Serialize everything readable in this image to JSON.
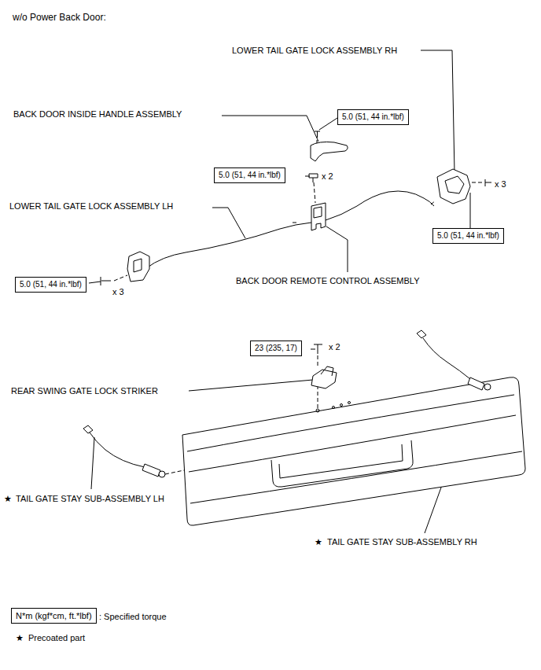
{
  "diagram": {
    "title": "w/o Power Back Door:",
    "nodes": [
      {
        "text": [
          "5.0 (51, 44 in.*lbf)"
        ]
      },
      {
        "text": [
          "5.0 (51, 44 in.*lbf)"
        ]
      },
      {
        "text": [
          "5.0 (51, 44 in.*lbf)"
        ]
      },
      {
        "text": [
          "5.0 (51, 44 in.*lbf)"
        ]
      },
      {
        "text": [
          "23 (235, 17)"
        ]
      },
      {
        "text": [
          "N*m (kgf*cm, ft.*lbf)"
        ]
      }
    ],
    "edges": [],
    "labels": [
      "LOWER TAIL GATE LOCK ASSEMBLY RH",
      "BACK DOOR INSIDE HANDLE ASSEMBLY",
      "x 2",
      "x 3",
      "LOWER TAIL GATE LOCK ASSEMBLY LH",
      "x 3",
      "BACK DOOR REMOTE CONTROL ASSEMBLY",
      "x 2",
      "REAR SWING GATE LOCK STRIKER",
      "★",
      "TAIL GATE STAY SUB-ASSEMBLY LH",
      "★",
      "TAIL GATE STAY SUB-ASSEMBLY RH",
      "★"
    ],
    "legend": [
      {
        "text": ": Specified torque"
      },
      {
        "text": "Precoated part"
      }
    ]
  }
}
